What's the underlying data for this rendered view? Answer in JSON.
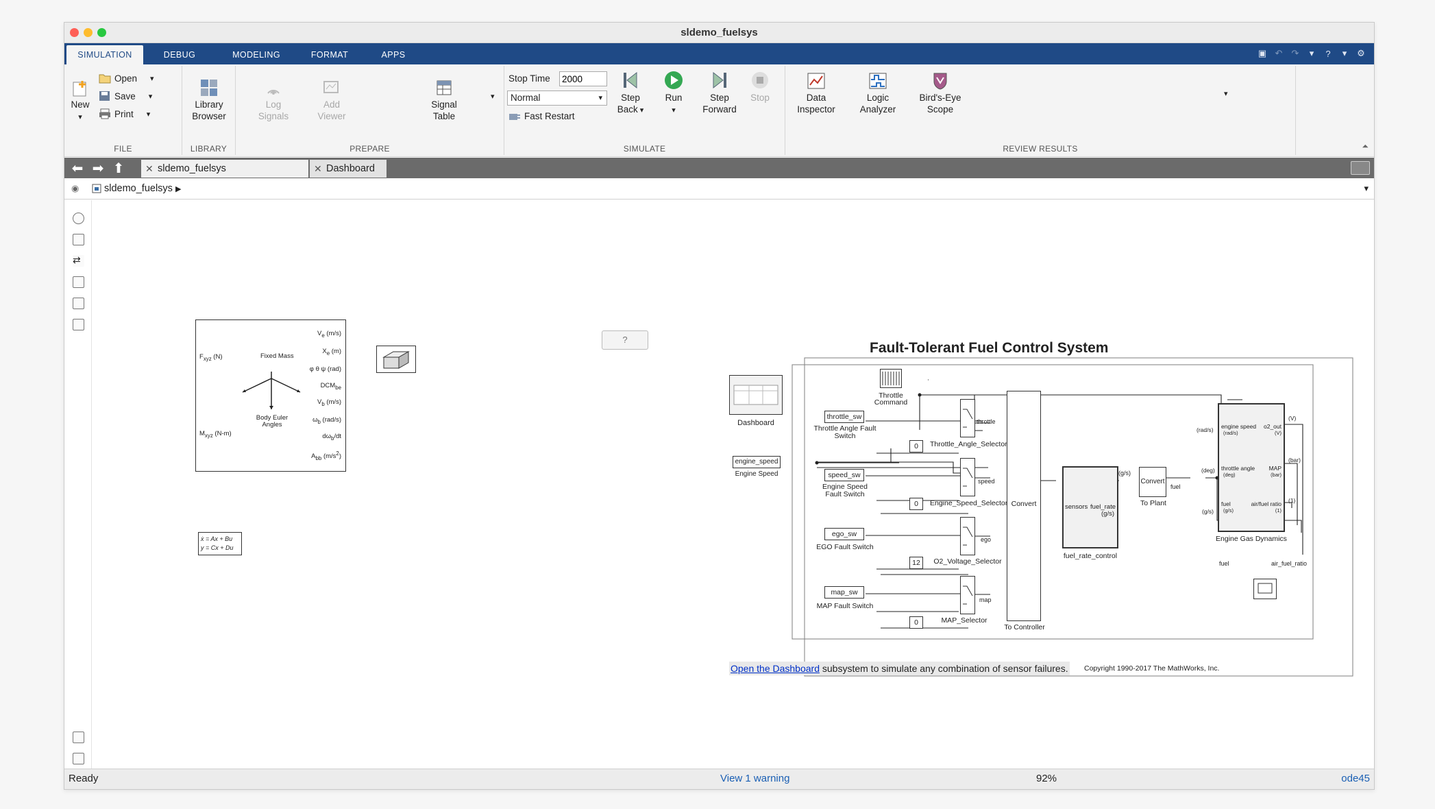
{
  "window": {
    "title": "sldemo_fuelsys"
  },
  "ribbon_tabs": [
    "SIMULATION",
    "DEBUG",
    "MODELING",
    "FORMAT",
    "APPS"
  ],
  "ribbon": {
    "file": {
      "new": "New",
      "open": "Open",
      "save": "Save",
      "print": "Print",
      "group": "FILE"
    },
    "library": {
      "browser": "Library Browser",
      "group": "LIBRARY"
    },
    "prepare": {
      "log_signals": "Log Signals",
      "add_viewer": "Add Viewer",
      "signal_table": "Signal Table",
      "group": "PREPARE"
    },
    "simulate": {
      "stop_time_label": "Stop Time",
      "stop_time": "2000",
      "mode": "Normal",
      "fast_restart": "Fast Restart",
      "step_back": "Step Back",
      "run": "Run",
      "step_forward": "Step Forward",
      "stop": "Stop",
      "group": "SIMULATE"
    },
    "review": {
      "data_inspector": "Data Inspector",
      "logic_analyzer": "Logic Analyzer",
      "birds_eye": "Bird's-Eye Scope",
      "group": "REVIEW RESULTS"
    }
  },
  "doc_tabs": [
    "sldemo_fuelsys",
    "Dashboard"
  ],
  "breadcrumb": "sldemo_fuelsys",
  "status": {
    "left": "Ready",
    "warning": "View 1 warning",
    "zoom": "92%",
    "solver": "ode45"
  },
  "diagram": {
    "title": "Fault-Tolerant Fuel Control System",
    "hint_box": "?",
    "six_dof": {
      "inputs": [
        "F",
        "xyz",
        "(N)",
        "M",
        "xyz",
        "(N-m)"
      ],
      "center_top": "Fixed Mass",
      "center_bottom": "Body Euler Angles",
      "outputs": [
        "V",
        "e",
        "(m/s)",
        "X",
        "e",
        "(m)",
        "φ θ ψ (rad)",
        "DCM",
        "be",
        "V",
        "b",
        "(m/s)",
        "ω",
        "b",
        "(rad/s)",
        "dω",
        "b",
        "/dt",
        "A",
        "bb",
        "(m/s",
        "2",
        ")"
      ]
    },
    "statespace": {
      "line1": "ẋ = Ax + Bu",
      "line2": "y = Cx + Du"
    },
    "dashboard_label": "Dashboard",
    "engine_speed_block": "engine_speed",
    "engine_speed_label": "Engine Speed",
    "throttle_cmd": "Throttle Command",
    "throttle_sw": "throttle_sw",
    "throttle_sw_label": "Throttle Angle Fault Switch",
    "speed_sw": "speed_sw",
    "speed_sw_label": "Engine Speed Fault Switch",
    "ego_sw": "ego_sw",
    "ego_sw_label": "EGO Fault Switch",
    "map_sw": "map_sw",
    "map_sw_label": "MAP Fault Switch",
    "const": [
      "0",
      "0",
      "12",
      "0"
    ],
    "selectors": [
      "Throttle_Angle_Selector",
      "Engine_Speed_Selector",
      "O2_Voltage_Selector",
      "MAP_Selector"
    ],
    "sel_out": [
      "throttle",
      "speed",
      "ego",
      "map"
    ],
    "convert": "Convert",
    "to_controller": "To Controller",
    "frc": {
      "in": "sensors",
      "out1": "fuel_rate",
      "out2": "(g/s)",
      "label": "fuel_rate_control"
    },
    "to_plant": {
      "name": "Convert",
      "label": "To Plant",
      "in_unit": "(g/s)",
      "out": "fuel"
    },
    "egd": {
      "label": "Engine Gas Dynamics",
      "in1": "engine speed",
      "in1u": "(rad/s)",
      "in2": "throttle angle",
      "in2u": "(deg)",
      "in3": "fuel",
      "in3u": "(g/s)",
      "out1": "o2_out",
      "out1u": "(V)",
      "out2": "MAP",
      "out2u": "(bar)",
      "out3": "air/fuel ratio",
      "out3u": "(1)",
      "wire_in1": "(rad/s)",
      "wire_in2": "(deg)",
      "wire_in3": "(g/s)",
      "wire_out1": "(V)",
      "wire_out2": "(bar)",
      "wire_out3": "(1)"
    },
    "scope_in1": "fuel",
    "scope_in2": "air_fuel_ratio",
    "footer_link": "Open the Dashboard",
    "footer_rest": " subsystem to simulate any combination of sensor failures.",
    "copyright": "Copyright 1990-2017 The MathWorks, Inc."
  }
}
